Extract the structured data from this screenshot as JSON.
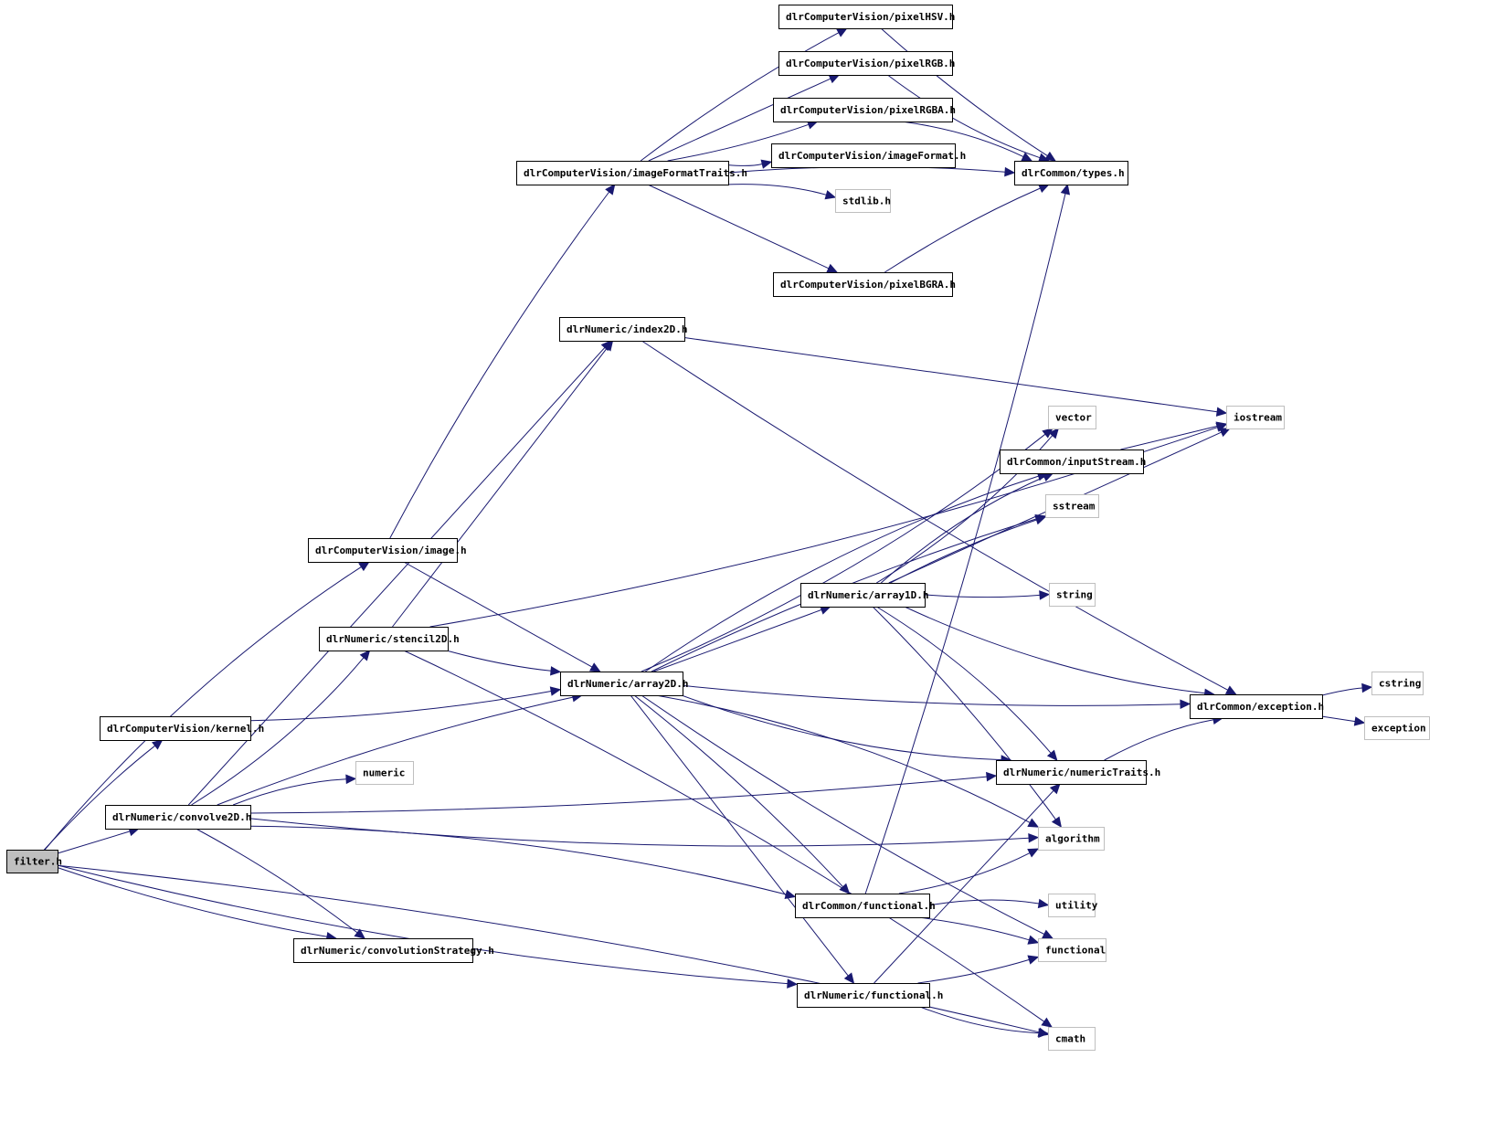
{
  "title": "filter.h include dependency graph",
  "colors": {
    "edge": "#191970",
    "root_fill": "#bfbfbf",
    "system_border": "#bfbfbf",
    "project_border": "#000000"
  },
  "nodes": [
    {
      "id": "filter",
      "label": "filter.h",
      "kind": "root"
    },
    {
      "id": "image",
      "label": "dlrComputerVision/image.h",
      "kind": "project"
    },
    {
      "id": "kernel",
      "label": "dlrComputerVision/kernel.h",
      "kind": "project"
    },
    {
      "id": "convolve2D",
      "label": "dlrNumeric/convolve2D.h",
      "kind": "project"
    },
    {
      "id": "convolutionStrategy",
      "label": "dlrNumeric/convolutionStrategy.h",
      "kind": "project"
    },
    {
      "id": "stencil2D",
      "label": "dlrNumeric/stencil2D.h",
      "kind": "project"
    },
    {
      "id": "numeric",
      "label": "numeric",
      "kind": "system"
    },
    {
      "id": "imageFormatTraits",
      "label": "dlrComputerVision/imageFormatTraits.h",
      "kind": "project"
    },
    {
      "id": "index2D",
      "label": "dlrNumeric/index2D.h",
      "kind": "project"
    },
    {
      "id": "array2D",
      "label": "dlrNumeric/array2D.h",
      "kind": "project"
    },
    {
      "id": "pixelHSV",
      "label": "dlrComputerVision/pixelHSV.h",
      "kind": "project"
    },
    {
      "id": "pixelRGB",
      "label": "dlrComputerVision/pixelRGB.h",
      "kind": "project"
    },
    {
      "id": "pixelRGBA",
      "label": "dlrComputerVision/pixelRGBA.h",
      "kind": "project"
    },
    {
      "id": "imageFormat",
      "label": "dlrComputerVision/imageFormat.h",
      "kind": "project"
    },
    {
      "id": "stdlib",
      "label": "stdlib.h",
      "kind": "system"
    },
    {
      "id": "pixelBGRA",
      "label": "dlrComputerVision/pixelBGRA.h",
      "kind": "project"
    },
    {
      "id": "array1D",
      "label": "dlrNumeric/array1D.h",
      "kind": "project"
    },
    {
      "id": "cfunctional",
      "label": "dlrCommon/functional.h",
      "kind": "project"
    },
    {
      "id": "nfunctional",
      "label": "dlrNumeric/functional.h",
      "kind": "project"
    },
    {
      "id": "types",
      "label": "dlrCommon/types.h",
      "kind": "project"
    },
    {
      "id": "inputStream",
      "label": "dlrCommon/inputStream.h",
      "kind": "project"
    },
    {
      "id": "numericTraits",
      "label": "dlrNumeric/numericTraits.h",
      "kind": "project"
    },
    {
      "id": "vector",
      "label": "vector",
      "kind": "system"
    },
    {
      "id": "sstream",
      "label": "sstream",
      "kind": "system"
    },
    {
      "id": "string",
      "label": "string",
      "kind": "system"
    },
    {
      "id": "algorithm",
      "label": "algorithm",
      "kind": "system"
    },
    {
      "id": "utility",
      "label": "utility",
      "kind": "system"
    },
    {
      "id": "functional",
      "label": "functional",
      "kind": "system"
    },
    {
      "id": "cmath",
      "label": "cmath",
      "kind": "system"
    },
    {
      "id": "iostream",
      "label": "iostream",
      "kind": "system"
    },
    {
      "id": "exception_h",
      "label": "dlrCommon/exception.h",
      "kind": "project"
    },
    {
      "id": "cstring",
      "label": "cstring",
      "kind": "system"
    },
    {
      "id": "exception",
      "label": "exception",
      "kind": "system"
    }
  ],
  "edges": [
    [
      "filter",
      "image"
    ],
    [
      "filter",
      "kernel"
    ],
    [
      "filter",
      "convolve2D"
    ],
    [
      "filter",
      "convolutionStrategy"
    ],
    [
      "filter",
      "nfunctional"
    ],
    [
      "filter",
      "cmath"
    ],
    [
      "image",
      "imageFormatTraits"
    ],
    [
      "image",
      "array2D"
    ],
    [
      "kernel",
      "array2D"
    ],
    [
      "convolve2D",
      "stencil2D"
    ],
    [
      "convolve2D",
      "numeric"
    ],
    [
      "convolve2D",
      "array2D"
    ],
    [
      "convolve2D",
      "index2D"
    ],
    [
      "convolve2D",
      "numericTraits"
    ],
    [
      "convolve2D",
      "algorithm"
    ],
    [
      "convolve2D",
      "cfunctional"
    ],
    [
      "convolve2D",
      "convolutionStrategy"
    ],
    [
      "stencil2D",
      "index2D"
    ],
    [
      "stencil2D",
      "array2D"
    ],
    [
      "stencil2D",
      "iostream"
    ],
    [
      "stencil2D",
      "cmath"
    ],
    [
      "imageFormatTraits",
      "pixelHSV"
    ],
    [
      "imageFormatTraits",
      "pixelRGB"
    ],
    [
      "imageFormatTraits",
      "pixelRGBA"
    ],
    [
      "imageFormatTraits",
      "imageFormat"
    ],
    [
      "imageFormatTraits",
      "stdlib"
    ],
    [
      "imageFormatTraits",
      "types"
    ],
    [
      "imageFormatTraits",
      "pixelBGRA"
    ],
    [
      "pixelHSV",
      "types"
    ],
    [
      "pixelRGB",
      "types"
    ],
    [
      "pixelRGBA",
      "types"
    ],
    [
      "pixelBGRA",
      "types"
    ],
    [
      "index2D",
      "iostream"
    ],
    [
      "index2D",
      "exception_h"
    ],
    [
      "array2D",
      "vector"
    ],
    [
      "array2D",
      "inputStream"
    ],
    [
      "array2D",
      "sstream"
    ],
    [
      "array2D",
      "array1D"
    ],
    [
      "array2D",
      "exception_h"
    ],
    [
      "array2D",
      "numericTraits"
    ],
    [
      "array2D",
      "algorithm"
    ],
    [
      "array2D",
      "cfunctional"
    ],
    [
      "array2D",
      "nfunctional"
    ],
    [
      "array2D",
      "functional"
    ],
    [
      "array1D",
      "vector"
    ],
    [
      "array1D",
      "inputStream"
    ],
    [
      "array1D",
      "sstream"
    ],
    [
      "array1D",
      "iostream"
    ],
    [
      "array1D",
      "string"
    ],
    [
      "array1D",
      "exception_h"
    ],
    [
      "array1D",
      "numericTraits"
    ],
    [
      "array1D",
      "algorithm"
    ],
    [
      "inputStream",
      "iostream"
    ],
    [
      "cfunctional",
      "types"
    ],
    [
      "cfunctional",
      "algorithm"
    ],
    [
      "cfunctional",
      "utility"
    ],
    [
      "cfunctional",
      "functional"
    ],
    [
      "nfunctional",
      "numericTraits"
    ],
    [
      "nfunctional",
      "functional"
    ],
    [
      "nfunctional",
      "cmath"
    ],
    [
      "numericTraits",
      "exception_h"
    ],
    [
      "exception_h",
      "cstring"
    ],
    [
      "exception_h",
      "exception"
    ]
  ]
}
